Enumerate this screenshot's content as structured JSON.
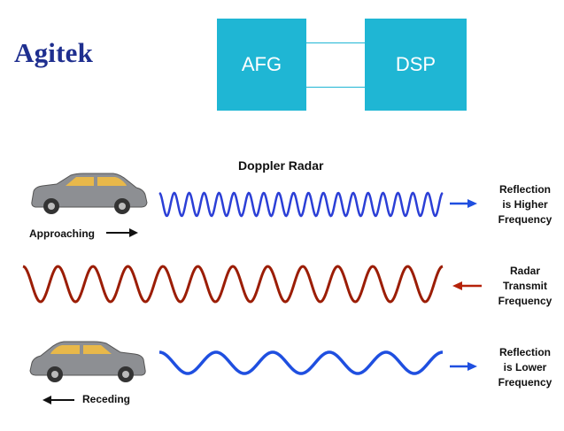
{
  "logo": {
    "text": "Agitek"
  },
  "blocks": {
    "afg": "AFG",
    "dsp": "DSP"
  },
  "diagram": {
    "title": "Doppler Radar",
    "rows": [
      {
        "id": "approaching",
        "label": "Reflection\nis Higher\nFrequency",
        "caption": "Approaching",
        "wave_color": "#2b3fd6",
        "arrow_direction": "right",
        "cycles": 19
      },
      {
        "id": "transmit",
        "label": "Radar\nTransmit\nFrequency",
        "wave_color": "#9b1d05",
        "arrow_direction": "left",
        "cycles": 12
      },
      {
        "id": "receding",
        "label": "Reflection\nis Lower\nFrequency",
        "caption": "Receding",
        "wave_color": "#1f4fe0",
        "arrow_direction": "right",
        "cycles": 5
      }
    ],
    "arrow_colors": {
      "blue": "#1f4fe0",
      "red": "#b5220a"
    },
    "car_colors": {
      "body": "#8d8f93",
      "window": "#e8b84a",
      "wheel": "#333333"
    }
  }
}
